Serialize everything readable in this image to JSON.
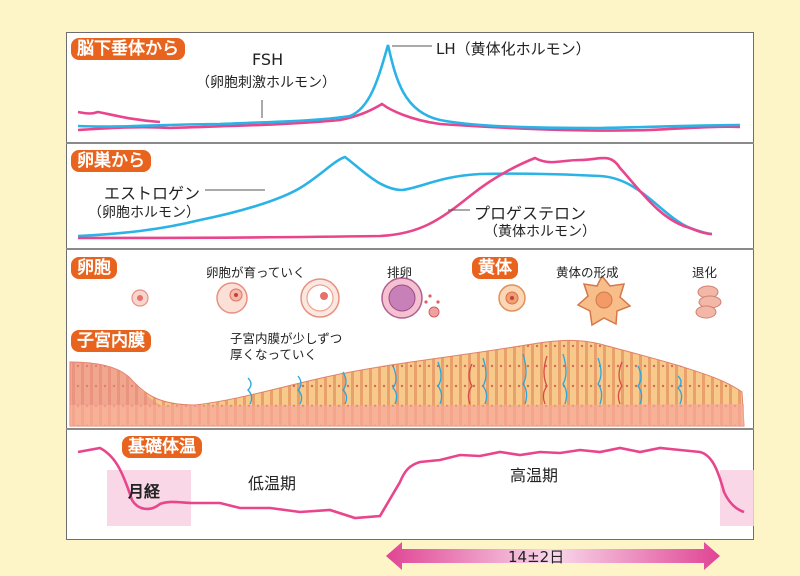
{
  "sections": {
    "pituitary": "脳下垂体から",
    "ovary": "卵巣から",
    "follicle": "卵胞",
    "endometrium": "子宮内膜",
    "bbt": "基礎体温"
  },
  "hormones": {
    "fsh_name": "FSH",
    "fsh_desc": "（卵胞刺激ホルモン）",
    "lh": "LH（黄体化ホルモン）",
    "estrogen_name": "エストロゲン",
    "estrogen_desc": "（卵胞ホルモン）",
    "progesterone_name": "プロゲステロン",
    "progesterone_desc": "（黄体ホルモン）"
  },
  "follicle_stages": {
    "growing": "卵胞が育っていく",
    "ovulation": "排卵",
    "corpus_luteum": "黄体",
    "forming": "黄体の形成",
    "regression": "退化"
  },
  "endometrium_note": [
    "子宮内膜が少しずつ",
    "厚くなっていく"
  ],
  "temperature": {
    "menstruation": "月経",
    "low_phase": "低温期",
    "high_phase": "高温期"
  },
  "duration": "14±2日",
  "colors": {
    "blue": "#2ab3e6",
    "pink": "#e8458c",
    "badge": "#e8641e",
    "background": "#fdf5c8"
  }
}
